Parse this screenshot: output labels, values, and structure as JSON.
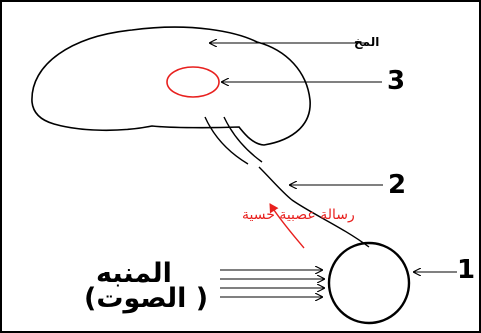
{
  "labels": {
    "brain": "المخ",
    "sensory_message": "رسالة عصبية حسية",
    "stimulus_line1": "المنبه",
    "stimulus_line2": "( الصوت)"
  },
  "numbers": {
    "n1": "1",
    "n2": "2",
    "n3": "3"
  },
  "colors": {
    "ink": "#000000",
    "accent_red": "#e8201e",
    "frame": "#000000"
  }
}
